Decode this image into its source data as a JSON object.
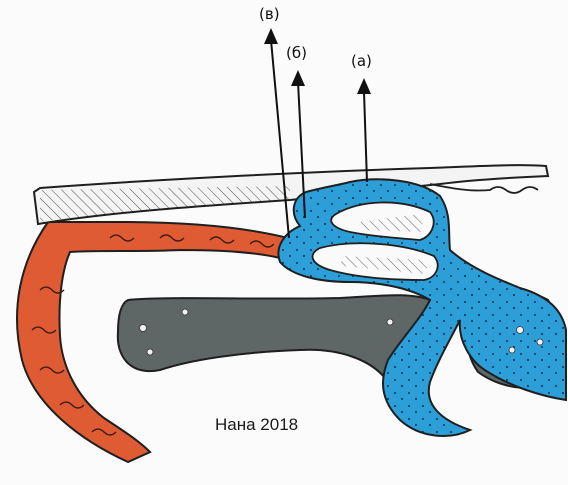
{
  "diagram": {
    "labels": {
      "v": "(в)",
      "b": "(б)",
      "a": "(а)"
    },
    "caption": "Нана 2018",
    "colors": {
      "blue_tissue": "#2c9fd9",
      "red_tissue": "#de5b33",
      "gray_bone": "#5f6766",
      "outline": "#1f1f1f"
    },
    "icons": {
      "arrow_v": "arrow-up-icon",
      "arrow_b": "arrow-up-icon",
      "arrow_a": "arrow-up-icon"
    }
  }
}
